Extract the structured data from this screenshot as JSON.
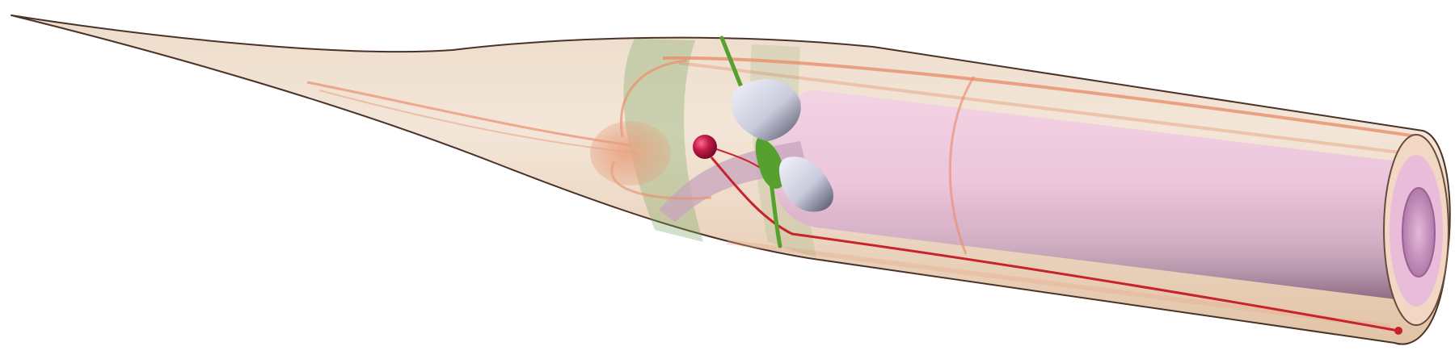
{
  "figure": {
    "description_visible_text": "",
    "structures": [
      {
        "id": "outer-sheath",
        "color": "#e9cdb4",
        "outline": "#4a3228"
      },
      {
        "id": "inner-tube",
        "color": "#e8b6d2"
      },
      {
        "id": "lumen",
        "color": "#c98ac0"
      },
      {
        "id": "tapered-tip",
        "color": "#f0d8c4"
      },
      {
        "id": "orange-filament",
        "color": "#e98e6c"
      },
      {
        "id": "red-vessel",
        "color": "#c8222c"
      },
      {
        "id": "red-bead",
        "color": "#b01840"
      },
      {
        "id": "green-strand",
        "color": "#56a030"
      },
      {
        "id": "green-membrane",
        "color": "#7fa863"
      },
      {
        "id": "grey-lobe",
        "color": "#c4c6d8"
      },
      {
        "id": "orange-bulb",
        "color": "#e5966e"
      }
    ]
  }
}
